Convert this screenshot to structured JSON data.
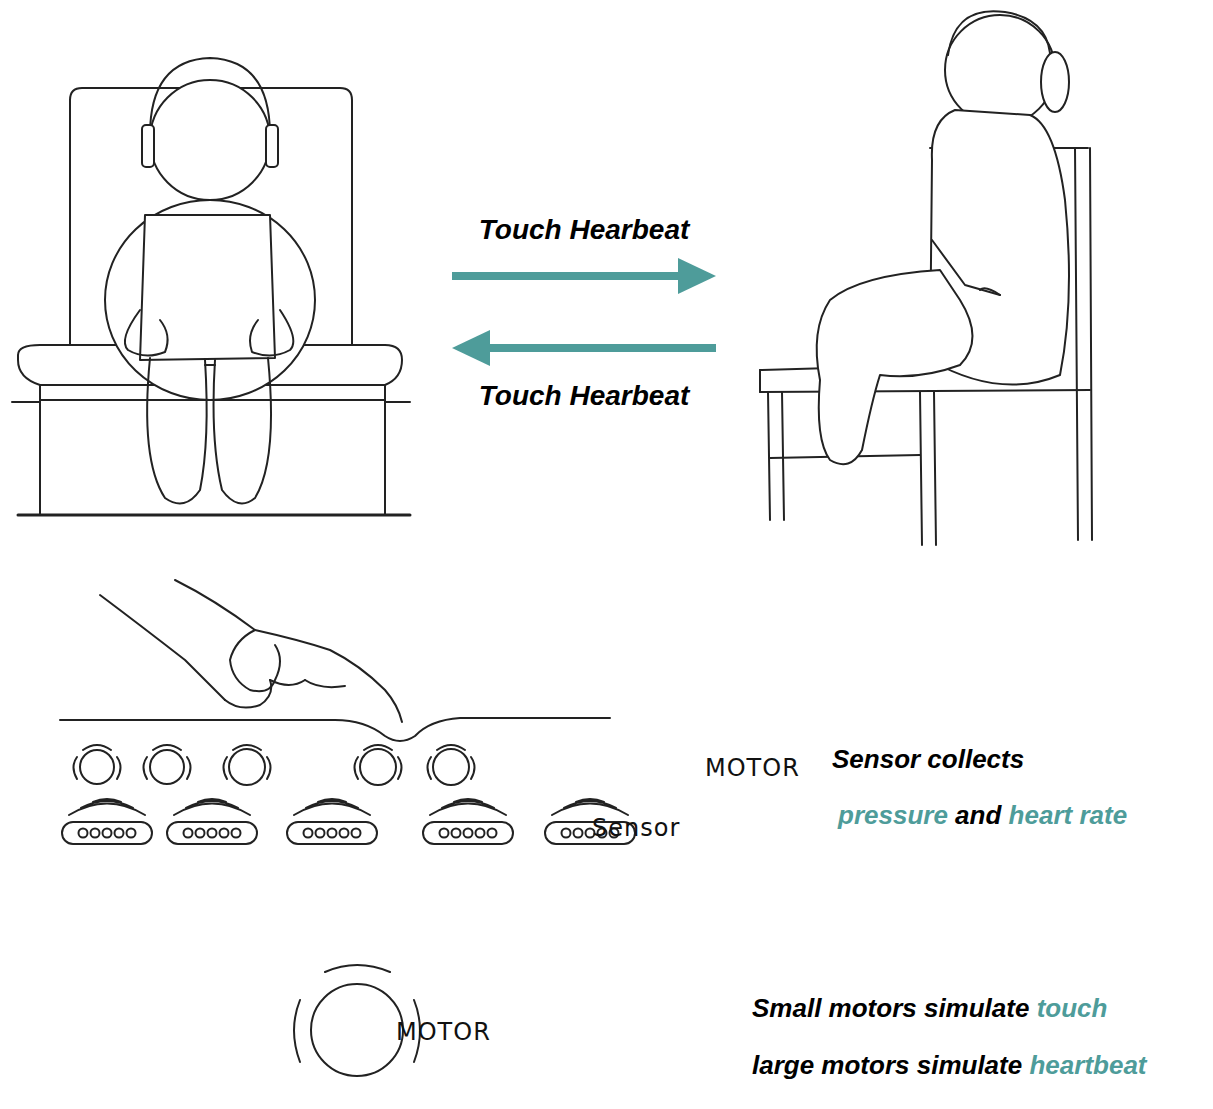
{
  "diagram": {
    "labels": [
      "Touch Hearbeat",
      "Touch Hearbeat",
      "MOTOR",
      "Sensor",
      "MOTOR",
      "Sensor collects",
      "pressure",
      "and",
      "heart rate",
      "Small motors simulate",
      "touch",
      "large motors simulate",
      "heartbeat"
    ]
  }
}
